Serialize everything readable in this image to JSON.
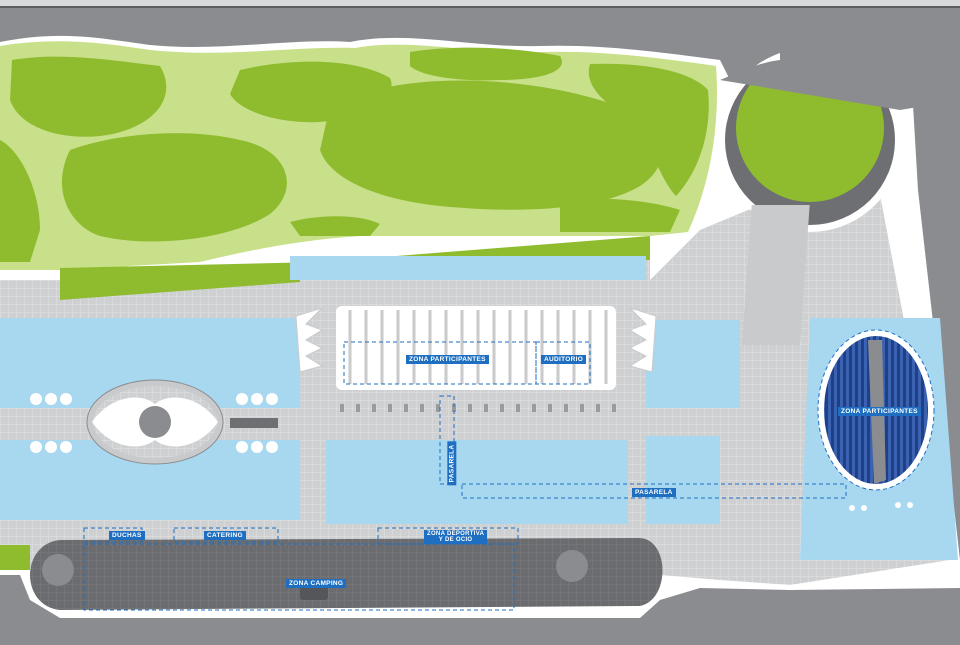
{
  "map": {
    "labels": {
      "zona_participantes_1": "ZONA PARTICIPANTES",
      "auditorio": "AUDITORIO",
      "zona_participantes_2": "ZONA PARTICIPANTES",
      "pasarela_vertical": "PASARELA",
      "pasarela_horizontal": "PASARELA",
      "duchas": "DUCHAS",
      "catering": "CATERING",
      "zona_deportiva_line1": "ZONA DEPORTIVA",
      "zona_deportiva_line2": "Y DE OCIO",
      "zona_camping": "ZONA CAMPING"
    },
    "colors": {
      "background": "#8a8c8f",
      "park_green": "#8fbc2f",
      "park_light": "#c8e08a",
      "water": "#a8d8f0",
      "plaza": "#c9cacc",
      "road": "#6e6f72",
      "label_blue": "#1e6fc2",
      "stadium_blue": "#1f3f86"
    }
  }
}
